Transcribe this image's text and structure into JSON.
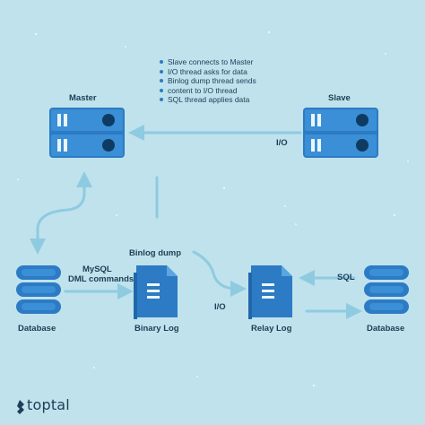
{
  "nodes": {
    "master_label": "Master",
    "slave_label": "Slave",
    "database_left_label": "Database",
    "binary_log_label": "Binary Log",
    "relay_log_label": "Relay Log",
    "database_right_label": "Database"
  },
  "edges": {
    "io_top": "I/O",
    "binlog_dump": "Binlog dump",
    "mysql_dml_line1": "MySQL",
    "mysql_dml_line2": "DML commands",
    "io_bottom": "I/O",
    "sql": "SQL"
  },
  "notes": [
    "Slave connects to Master",
    "I/O thread asks for data",
    "Binlog dump thread sends",
    "content to I/O thread",
    "SQL thread applies data"
  ],
  "brand": {
    "name": "toptal"
  },
  "colors": {
    "background": "#bfe2ec",
    "server_body": "#2c7bc4",
    "server_dark": "#0f3b63",
    "arrow": "#8fcbe0",
    "text": "#1d3e57"
  }
}
